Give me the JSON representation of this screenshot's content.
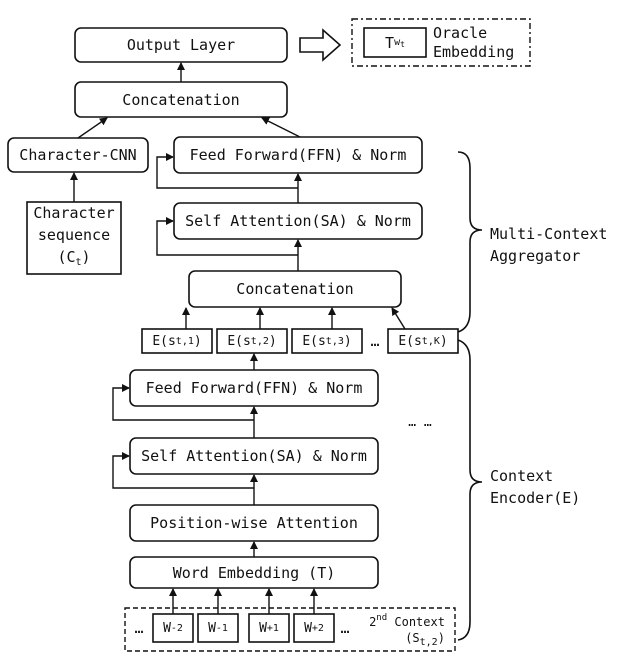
{
  "upper": {
    "output_layer": "Output Layer",
    "concat_top": "Concatenation",
    "char_cnn": "Character-CNN",
    "ffn_top": "Feed Forward(FFN) & Norm",
    "sa_top": "Self Attention(SA) & Norm",
    "concat_mid": "Concatenation",
    "char_seq_line1": "Character",
    "char_seq_line2": "sequence",
    "char_seq_line3_base": "(C",
    "char_seq_line3_sub": "t",
    "char_seq_line3_end": ")"
  },
  "oracle": {
    "token_base": "T",
    "token_sub": "w",
    "token_subsub": "t",
    "line1": "Oracle",
    "line2": "Embedding"
  },
  "context_outputs": [
    {
      "base": "E(s",
      "sub": "t,1",
      "end": ")"
    },
    {
      "base": "E(s",
      "sub": "t,2",
      "end": ")"
    },
    {
      "base": "E(s",
      "sub": "t,3",
      "end": ")"
    },
    {
      "base": "E(s",
      "sub": "t,K",
      "end": ")"
    }
  ],
  "ellipsis": "…",
  "ellipsis_double": "… …",
  "encoder": {
    "ffn": "Feed Forward(FFN) & Norm",
    "sa": "Self Attention(SA) & Norm",
    "pos_att": "Position-wise Attention",
    "word_emb": "Word Embedding (T)"
  },
  "words": [
    {
      "base": "W",
      "sub": "-2"
    },
    {
      "base": "W",
      "sub": "-1"
    },
    {
      "base": "W",
      "sub": "+1"
    },
    {
      "base": "W",
      "sub": "+2"
    }
  ],
  "context_label": {
    "ordinal": "2",
    "ordinal_sup": "nd",
    "word": " Context",
    "line2_base": "(S",
    "line2_sub": "t,2",
    "line2_end": ")"
  },
  "side_labels": {
    "aggregator_line1": "Multi-Context",
    "aggregator_line2": "Aggregator",
    "encoder_line1": "Context",
    "encoder_line2": "Encoder(E)"
  }
}
